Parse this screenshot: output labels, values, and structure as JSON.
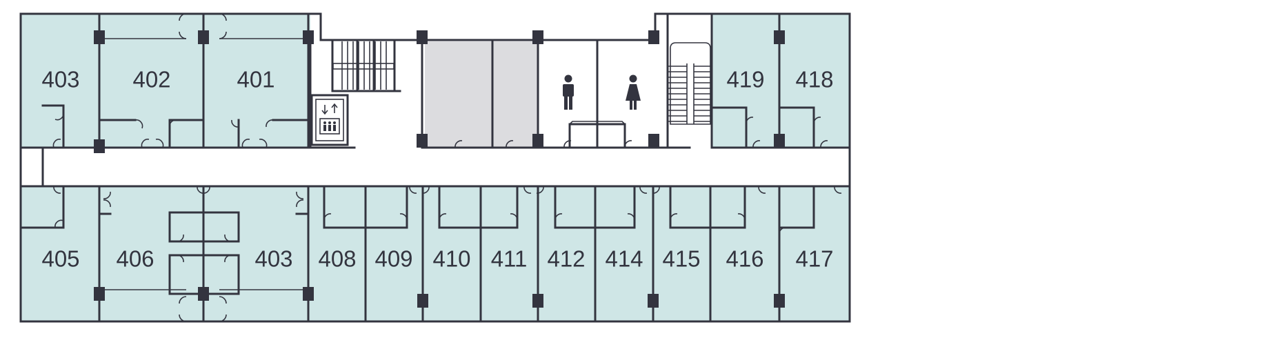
{
  "colors": {
    "room_fill": "#cfe6e6",
    "wall": "#33343f",
    "utility_fill": "#dcdcdf",
    "corridor": "#ffffff",
    "background": "#ffffff"
  },
  "rooms_north": [
    "403",
    "402",
    "401",
    "419",
    "418"
  ],
  "rooms_south": [
    "405",
    "406",
    "403",
    "408",
    "409",
    "410",
    "411",
    "412",
    "414",
    "415",
    "416",
    "417"
  ],
  "icons": [
    "elevator-icon",
    "stairs-icon",
    "mens-restroom-icon",
    "womens-restroom-icon"
  ]
}
